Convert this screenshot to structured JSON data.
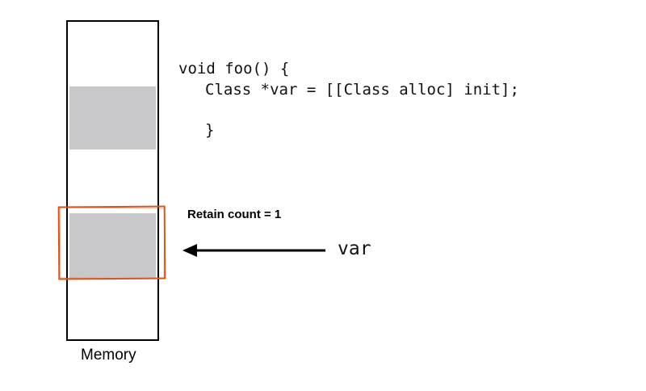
{
  "diagram": {
    "memory": {
      "label": "Memory",
      "blocks": [
        {
          "name": "allocated-block-1",
          "state": "allocated"
        },
        {
          "name": "allocated-block-2",
          "state": "allocated",
          "highlighted": true
        }
      ],
      "block_color": "#c8c8ca",
      "highlight_color": "#d4561c"
    },
    "code": {
      "lines": [
        "void foo() {",
        "Class *var = [[Class alloc] init];",
        "}"
      ]
    },
    "annotation": {
      "retain_count_label": "Retain count = 1",
      "pointer_label": "var",
      "arrow_direction": "left"
    }
  }
}
